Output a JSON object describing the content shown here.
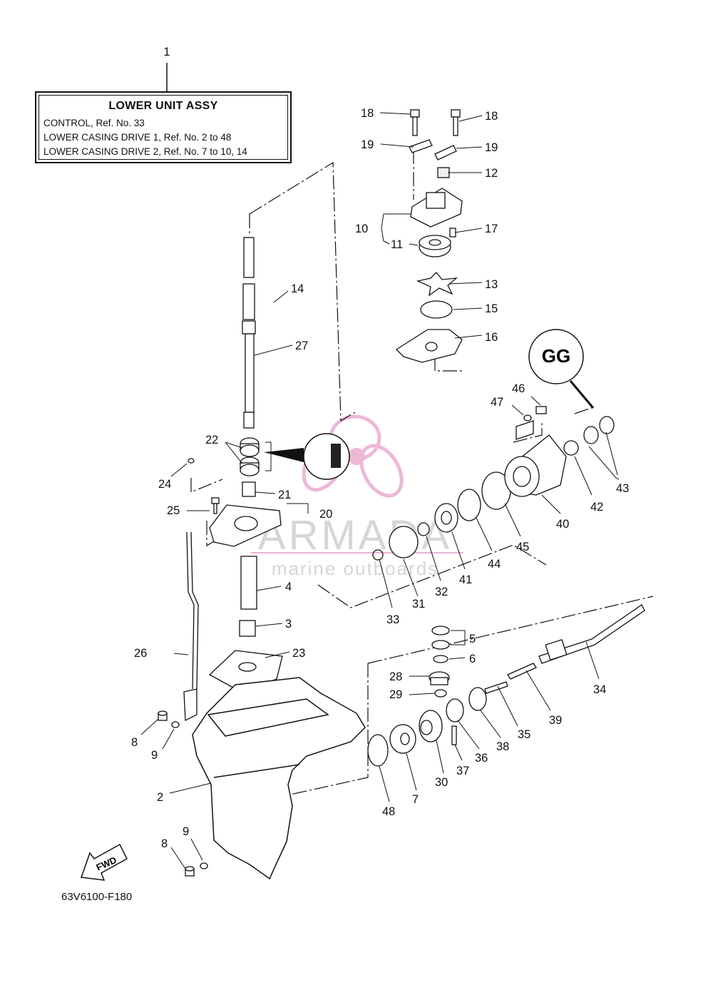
{
  "title_box": {
    "ref_number": "1",
    "heading": "LOWER UNIT ASSY",
    "lines": [
      "CONTROL, Ref. No. 33",
      "LOWER CASING DRIVE 1, Ref. No. 2 to 48",
      "LOWER CASING DRIVE 2, Ref. No. 7 to 10, 14"
    ]
  },
  "diagram_code": "63V6100-F180",
  "fwd_label": "FWD",
  "sealant_label": "GG",
  "watermark": {
    "name": "ARMADA",
    "subtitle": "marine outboards"
  },
  "callouts": [
    "18",
    "18",
    "19",
    "19",
    "12",
    "10",
    "11",
    "17",
    "13",
    "15",
    "16",
    "14",
    "27",
    "46",
    "47",
    "22",
    "24",
    "21",
    "20",
    "25",
    "43",
    "42",
    "40",
    "45",
    "44",
    "41",
    "32",
    "31",
    "33",
    "4",
    "3",
    "5",
    "6",
    "26",
    "23",
    "28",
    "29",
    "34",
    "39",
    "35",
    "38",
    "36",
    "37",
    "30",
    "7",
    "48",
    "8",
    "9",
    "2",
    "9",
    "8"
  ]
}
